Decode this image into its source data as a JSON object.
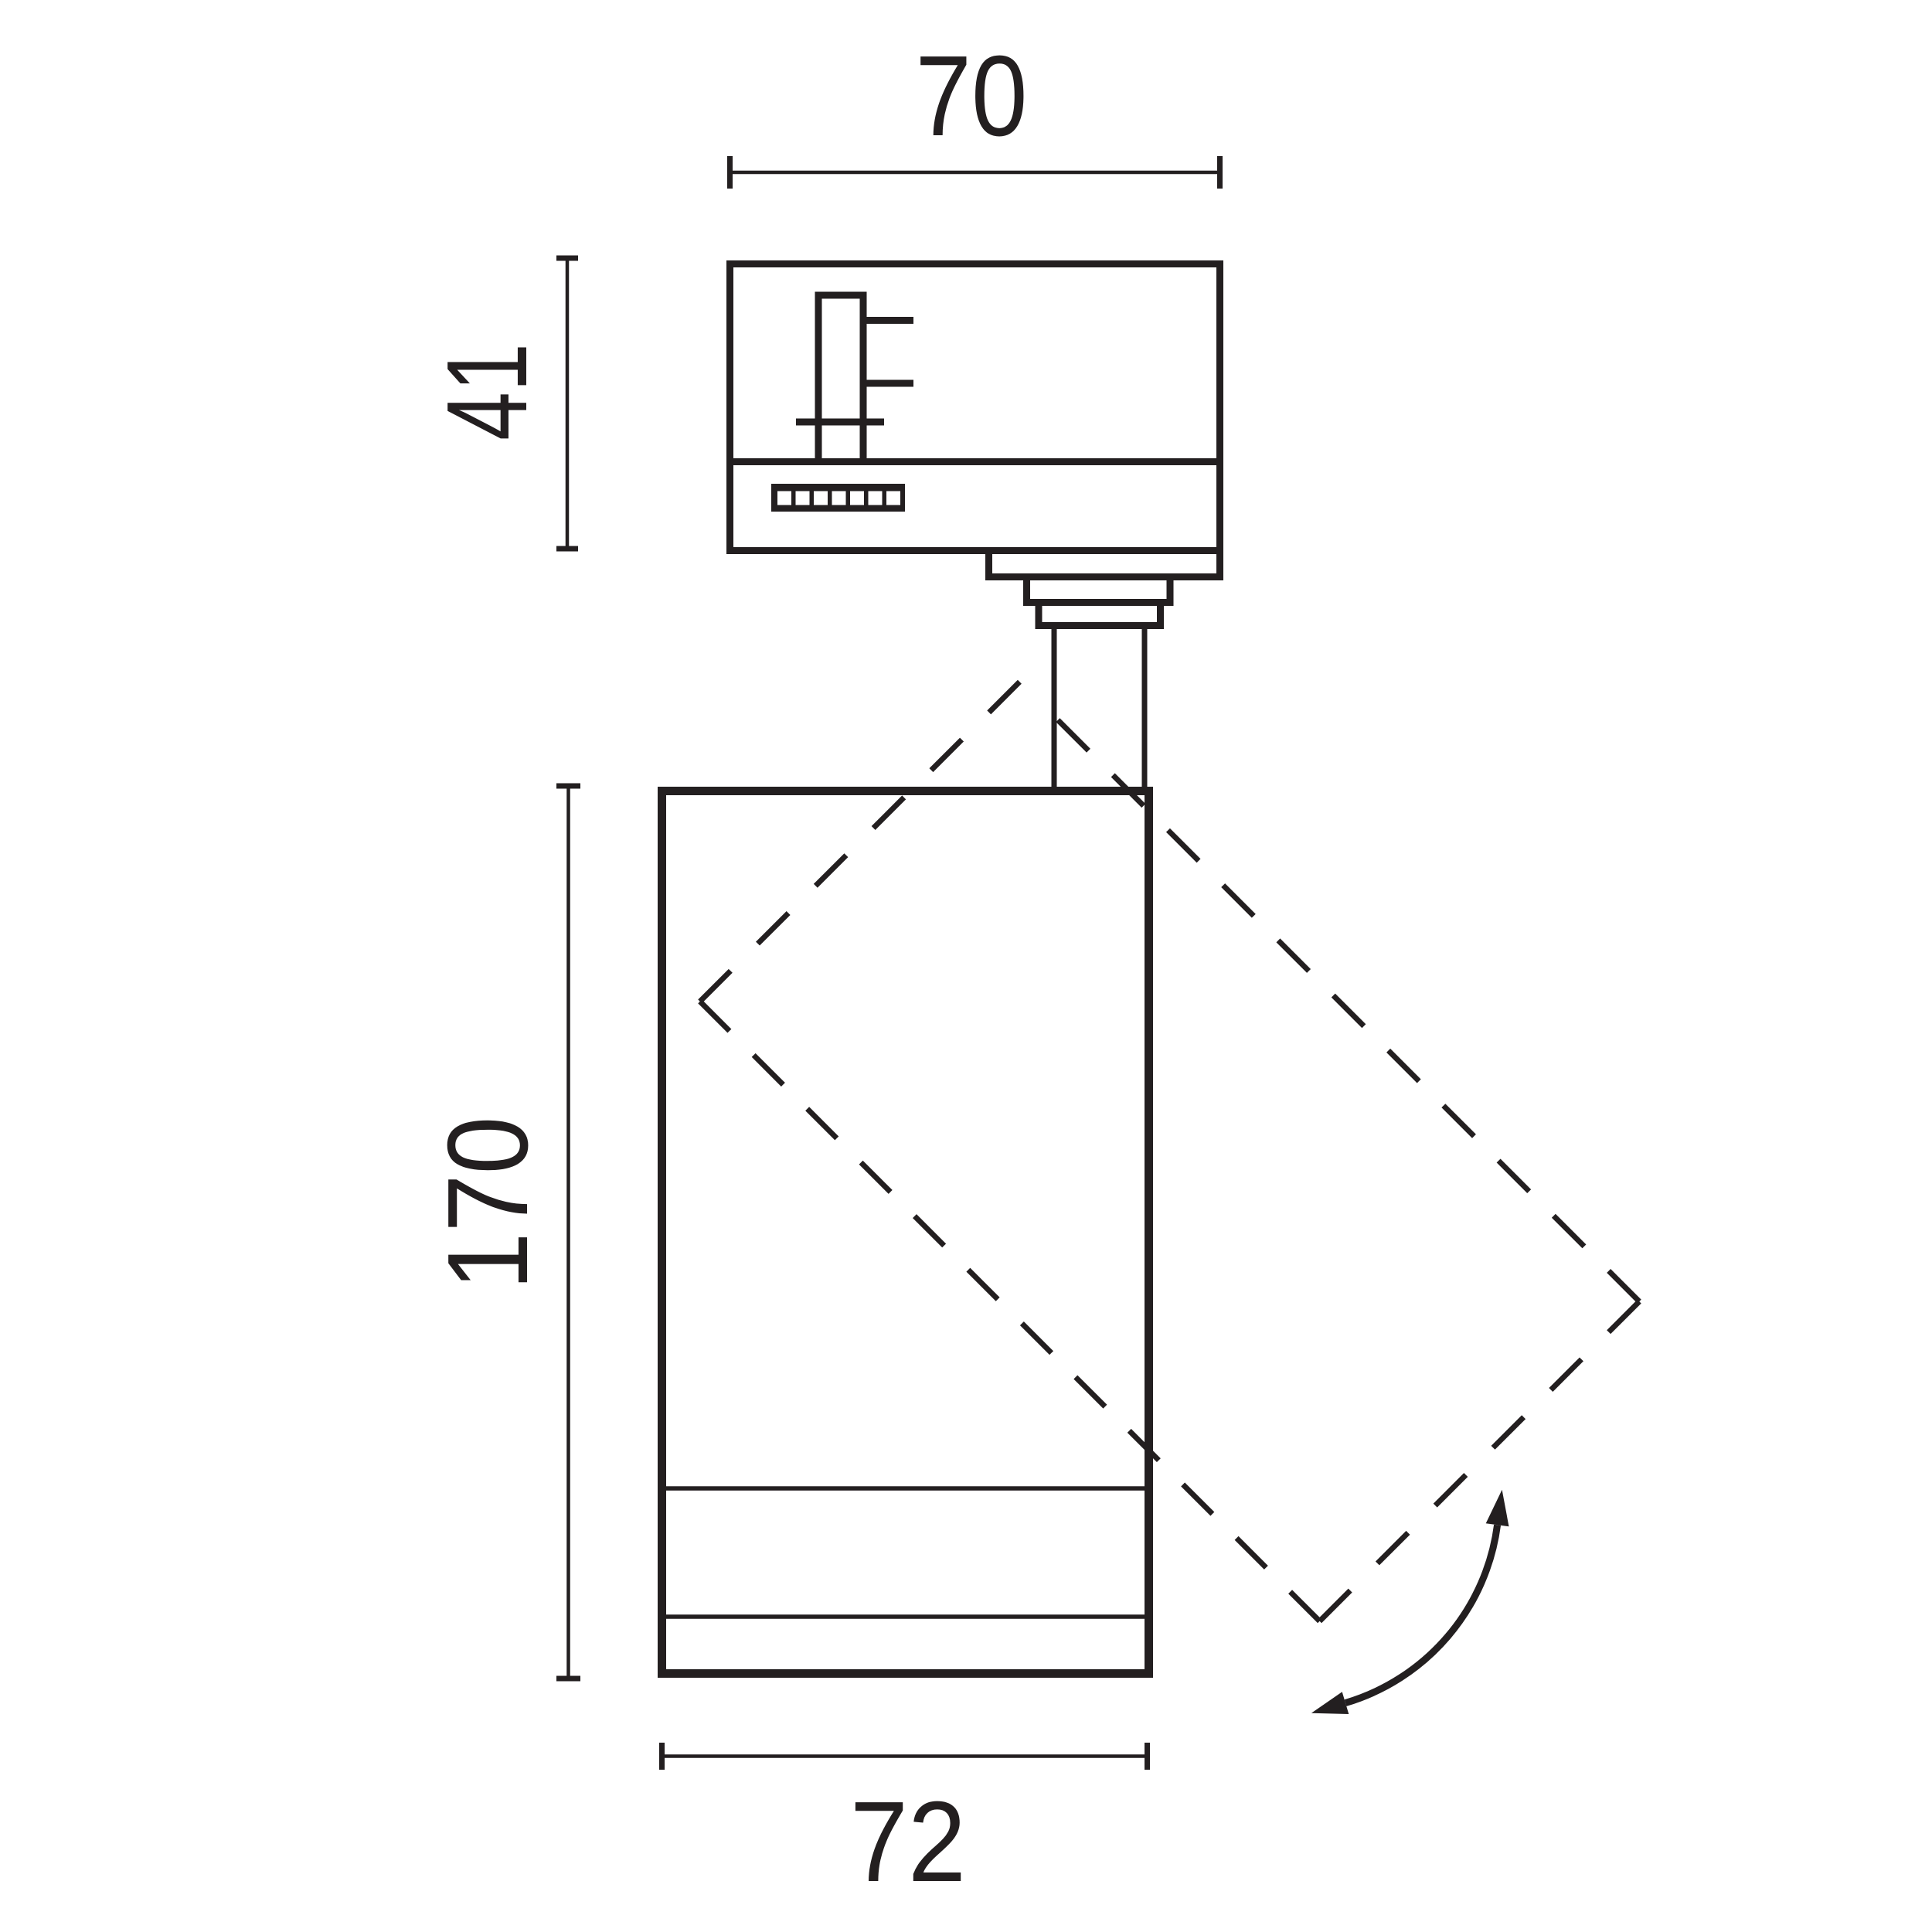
{
  "figure": {
    "type": "technical-dimension-drawing",
    "subject": "track-mounted cylindrical spotlight, side elevation",
    "background_color": "#ffffff",
    "ink_color": "#231f20"
  },
  "dimensions": {
    "adapter_width": {
      "label": "70",
      "orientation": "horizontal",
      "position": "top"
    },
    "adapter_height": {
      "label": "41",
      "orientation": "vertical",
      "position": "left-upper"
    },
    "body_height": {
      "label": "170",
      "orientation": "vertical",
      "position": "left-lower"
    },
    "body_width": {
      "label": "72",
      "orientation": "horizontal",
      "position": "bottom"
    }
  },
  "components": {
    "track_adapter": "rectangular track adapter head with locking lever and terminal block",
    "terminal_block_cells": 7,
    "pedestal_steps": 3,
    "spotlight_body": "cylindrical spotlight housing with two trim rings",
    "tilt_outline": "dashed outline of the body tilted 45 degrees",
    "rotation_arrow": "curved double-headed arrow indicating tilt adjustment"
  }
}
